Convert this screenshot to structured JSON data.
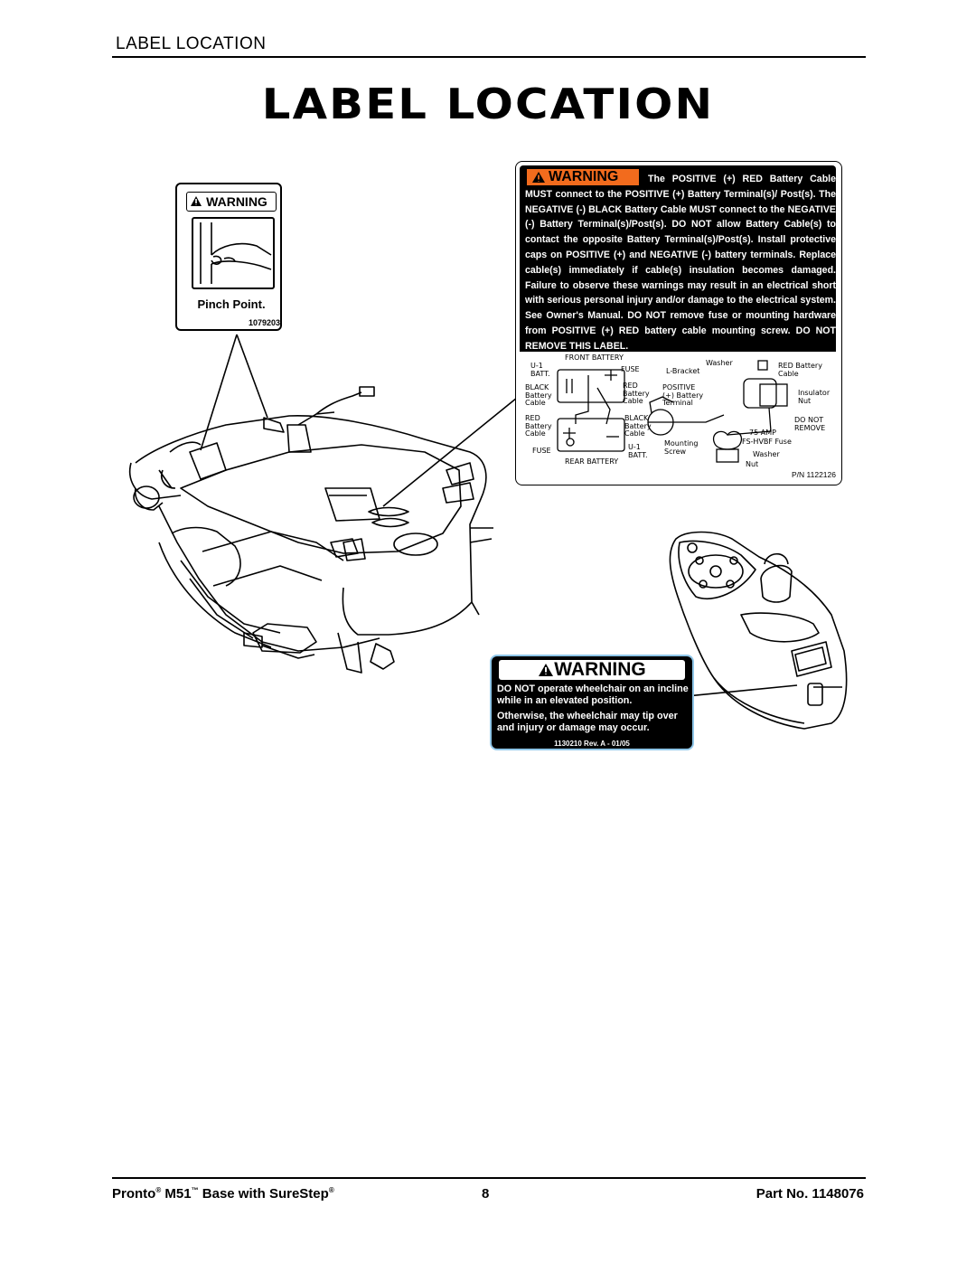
{
  "header": {
    "section_title": "LABEL LOCATION",
    "page_title": "LABEL LOCATION"
  },
  "pinch_label": {
    "warning_word": "WARNING",
    "caption": "Pinch Point.",
    "part_number": "1079203"
  },
  "battery_label": {
    "warning_word": "WARNING",
    "text": "The POSITIVE (+) RED Battery Cable MUST connect to the POSITIVE (+) Battery Terminal(s)/ Post(s). The NEGATIVE (-) BLACK Battery Cable MUST connect to the NEGATIVE (-) Battery Terminal(s)/Post(s). DO NOT allow Battery Cable(s) to contact the opposite Battery Terminal(s)/Post(s). Install protective caps on POSITIVE (+) and NEGATIVE (-) battery terminals. Replace cable(s) immediately if cable(s) insulation becomes damaged. Failure to observe these warnings may result in an electrical short with serious personal injury and/or damage to the electrical system. See Owner's Manual. DO NOT remove fuse or mounting hardware from POSITIVE (+) RED battery cable mounting screw. DO NOT REMOVE THIS LABEL.",
    "diagram": {
      "front_battery": "FRONT BATTERY",
      "u1_batt_a": "U-1 BATT.",
      "fuse_a": "FUSE",
      "black_battery_cable_a": "BLACK Battery Cable",
      "red_battery_cable_a": "RED Battery Cable",
      "red_battery_cable_b": "RED Battery Cable",
      "black_battery_cable_b": "BLACK Battery Cable",
      "fuse_b": "FUSE",
      "u1_batt_b": "U-1 BATT.",
      "rear_battery": "REAR BATTERY",
      "washer_a": "Washer",
      "l_bracket": "L-Bracket",
      "positive_battery_terminal": "POSITIVE (+) Battery Terminal",
      "red_battery_cable_c": "RED Battery Cable",
      "insulator_nut": "Insulator Nut",
      "do_not_remove": "DO NOT REMOVE",
      "amp_75": "75 AMP",
      "fs_hvbf_fuse": "FS-HVBF Fuse",
      "mounting_screw": "Mounting Screw",
      "washer_b": "Washer",
      "nut": "Nut"
    },
    "part_number": "P/N 1122126"
  },
  "tilt_label": {
    "warning_word": "WARNING",
    "line1": "DO NOT operate wheelchair on an incline while in an elevated position.",
    "line2": "Otherwise, the wheelchair may tip over and injury or damage may occur.",
    "part_number": "1130210 Rev. A - 01/05"
  },
  "footer": {
    "product_name": "Pronto",
    "model": "M51",
    "suffix": "Base with SureStep",
    "page_number": "8",
    "part_number": "Part No. 1148076"
  }
}
